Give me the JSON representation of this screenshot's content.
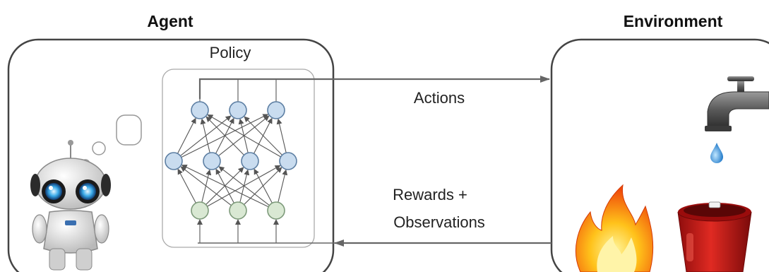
{
  "agent": {
    "title": "Agent",
    "policy_label": "Policy"
  },
  "environment": {
    "title": "Environment"
  },
  "flows": {
    "actions_label": "Actions",
    "feedback_line1": "Rewards +",
    "feedback_line2": "Observations"
  },
  "network": {
    "input_nodes": 3,
    "hidden_nodes": 4,
    "output_nodes": 3,
    "colors": {
      "input_fill": "#d9e8d3",
      "input_stroke": "#7d9a7a",
      "node_fill": "#c9dcef",
      "node_stroke": "#5d7fa3",
      "edge": "#555555"
    }
  },
  "icons": [
    "robot-icon",
    "thought-bubble-icon",
    "faucet-icon",
    "water-drop-icon",
    "fire-icon",
    "bucket-icon"
  ]
}
